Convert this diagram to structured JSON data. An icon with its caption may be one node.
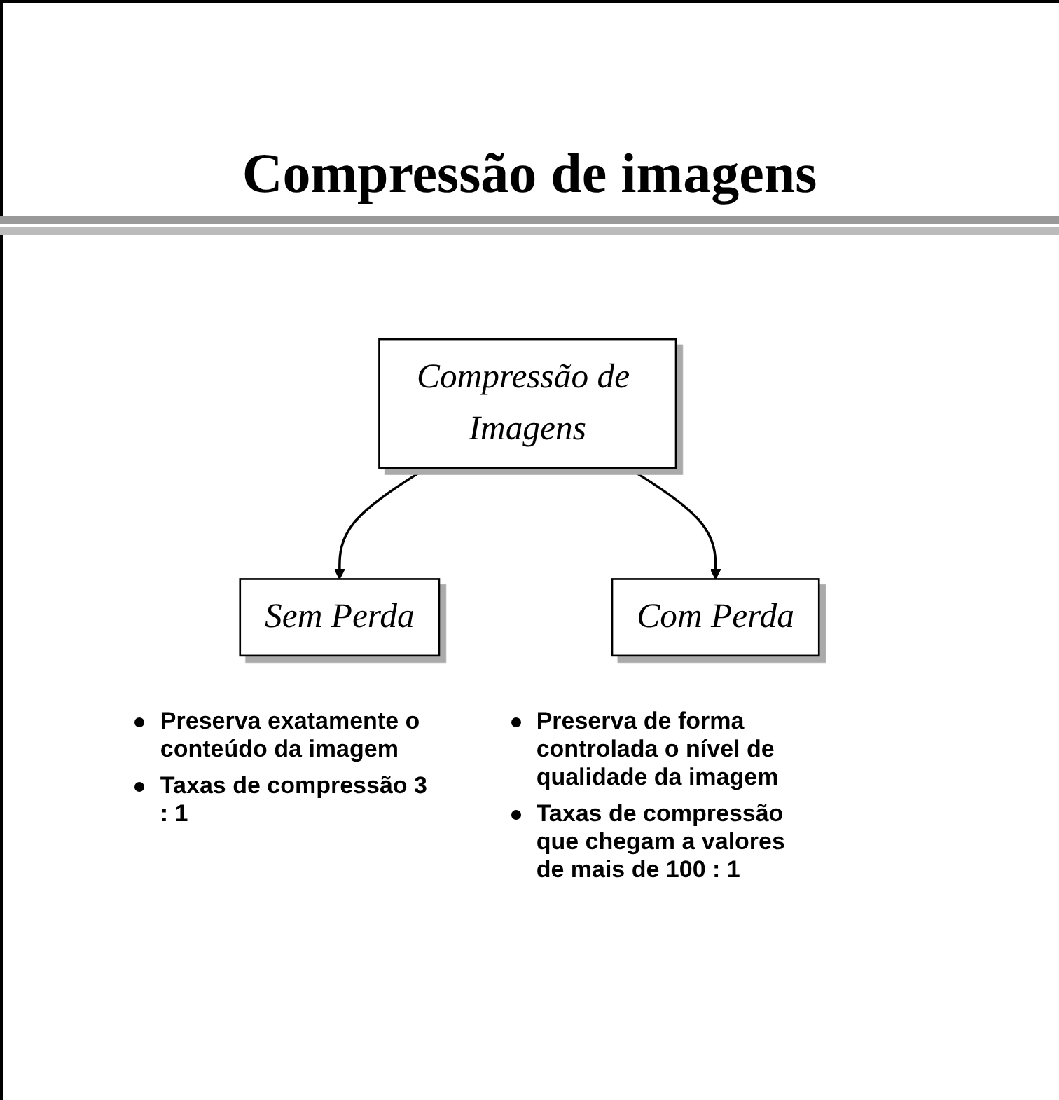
{
  "diagram": {
    "title": "Compressão de imagens",
    "nodes": [
      {
        "text": [
          "Compressão de Imagens"
        ]
      },
      {
        "text": [
          "Sem Perda"
        ],
        "beside": [
          "Preserva exatamente o conteúdo da imagem",
          "Taxas de compressão 3 : 1"
        ]
      },
      {
        "text": [
          "Com Perda"
        ],
        "beside": [
          "Preserva de forma controlada o nível de qualidade da imagem",
          "Taxas de compressão que chegam a valores de mais de 100 : 1"
        ]
      }
    ],
    "edges": [
      {
        "from": 0,
        "to": 1,
        "arrow": "to"
      },
      {
        "from": 0,
        "to": 2,
        "arrow": "to"
      }
    ]
  }
}
